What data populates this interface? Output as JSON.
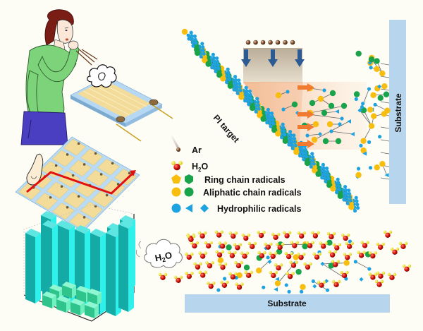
{
  "figure": {
    "background": "#fdfdf6",
    "colors": {
      "yellow": "#f7bd0f",
      "green": "#1aa34a",
      "blue": "#1ea3e0",
      "orange": "#f07a30",
      "substrate": "#b7d6ee",
      "arrow_blue": "#2b5b92",
      "sensor_gold": "#f3dc9a",
      "bar_cyan": "#22d6d0",
      "cube_green": "#3fd19a",
      "path_red": "#e01010"
    }
  },
  "legend": {
    "items": [
      {
        "key": "ar",
        "label": "Ar"
      },
      {
        "key": "h2o",
        "label": "H",
        "sub": "2",
        "tail": "O"
      },
      {
        "key": "ring",
        "label": "Ring chain radicals"
      },
      {
        "key": "aliphatic",
        "label": "Aliphatic chain radicals"
      },
      {
        "key": "hydrophilic",
        "label": "Hydrophilic radicals"
      }
    ]
  },
  "sputtering": {
    "target_label": "PI target",
    "substrate_label": "Substrate",
    "ar_ion_count": 7,
    "arrow_count": 3,
    "ejection_arrow_count": 4
  },
  "film": {
    "substrate_label": "Substrate",
    "cloud_label": {
      "main": "H",
      "sub": "2",
      "tail": "O"
    }
  },
  "breath_scene": {
    "description": "person breathing on humidity sensor"
  },
  "sensor_array": {
    "rows": 4,
    "cols": 5
  }
}
